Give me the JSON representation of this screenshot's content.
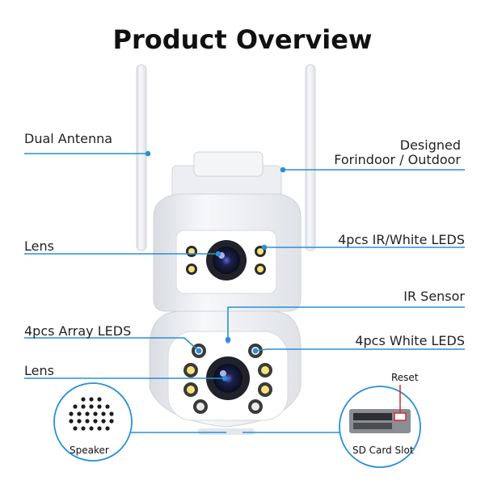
{
  "title": "Product Overview",
  "labels": {
    "dual_antenna": "Dual Antenna",
    "designed_line1": "Designed",
    "designed_line2": "Forindoor / Outdoor",
    "lens_top": "Lens",
    "ir_white_leds": "4pcs IR/White LEDS",
    "ir_sensor": "IR Sensor",
    "array_leds": "4pcs Array LEDS",
    "white_leds": "4pcs White LEDS",
    "lens_bottom": "Lens",
    "reset": "Reset",
    "speaker": "Speaker",
    "sd_card_slot": "SD Card Slot"
  },
  "colors": {
    "callout_line": "#2a8fd6",
    "camera_body": "#f2f3f5",
    "lens_dark": "#1a1f3a",
    "led_yellow": "#f6e27a",
    "reset_mark": "#d62a2a"
  }
}
